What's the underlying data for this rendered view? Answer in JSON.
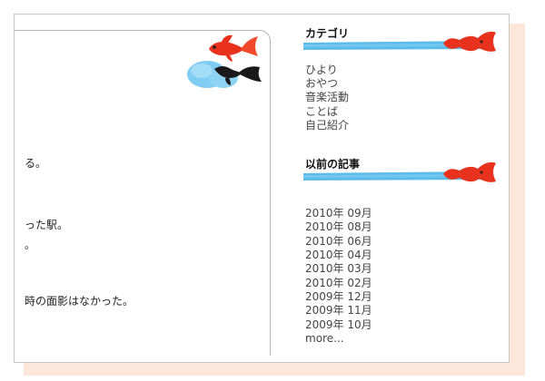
{
  "main": {
    "lines": [
      "る。",
      "った駅。",
      "。",
      "時の面影はなかった。"
    ]
  },
  "sidebar": {
    "category": {
      "title": "カテゴリ",
      "items": [
        "ひより",
        "おやつ",
        "音楽活動",
        "ことば",
        "自己紹介"
      ]
    },
    "archive": {
      "title": "以前の記事",
      "items": [
        "2010年 09月",
        "2010年 08月",
        "2010年 06月",
        "2010年 04月",
        "2010年 03月",
        "2010年 02月",
        "2009年 12月",
        "2009年 11月",
        "2009年 10月"
      ],
      "more": "more..."
    }
  },
  "colors": {
    "fish_red": "#e8321e",
    "water_blue": "#6cc3ef",
    "shadow": "#fde6da",
    "border": "#c8c8c8"
  }
}
